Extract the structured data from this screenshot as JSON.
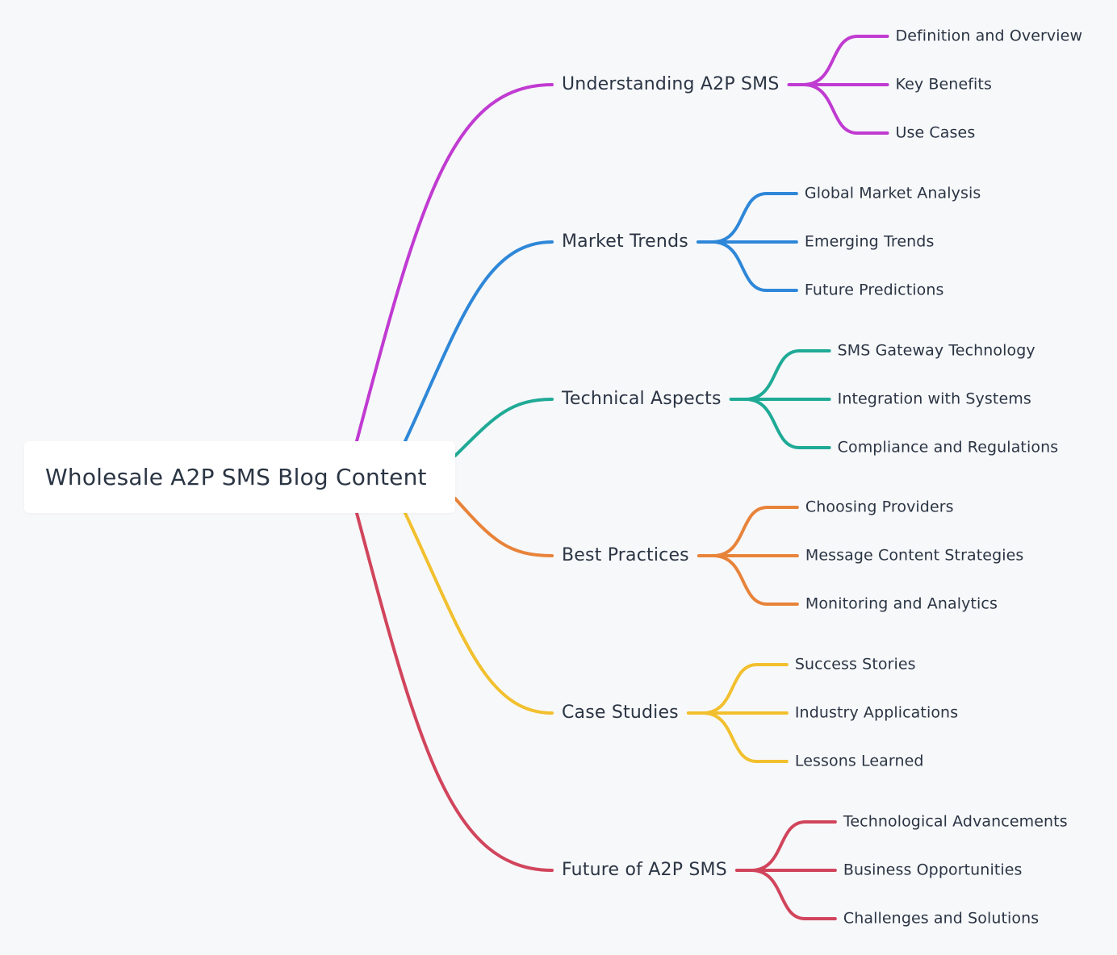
{
  "root": {
    "label": "Wholesale A2P SMS Blog Content"
  },
  "branches": [
    {
      "label": "Understanding A2P SMS",
      "color": "#c03bd1",
      "children": [
        "Definition and Overview",
        "Key Benefits",
        "Use Cases"
      ]
    },
    {
      "label": "Market Trends",
      "color": "#2e87d8",
      "children": [
        "Global Market Analysis",
        "Emerging Trends",
        "Future Predictions"
      ]
    },
    {
      "label": "Technical Aspects",
      "color": "#1faa96",
      "children": [
        "SMS Gateway Technology",
        "Integration with Systems",
        "Compliance and Regulations"
      ]
    },
    {
      "label": "Best Practices",
      "color": "#e8833a",
      "children": [
        "Choosing Providers",
        "Message Content Strategies",
        "Monitoring and Analytics"
      ]
    },
    {
      "label": "Case Studies",
      "color": "#f2c02e",
      "children": [
        "Success Stories",
        "Industry Applications",
        "Lessons Learned"
      ]
    },
    {
      "label": "Future of A2P SMS",
      "color": "#d1455c",
      "children": [
        "Technological Advancements",
        "Business Opportunities",
        "Challenges and Solutions"
      ]
    }
  ]
}
